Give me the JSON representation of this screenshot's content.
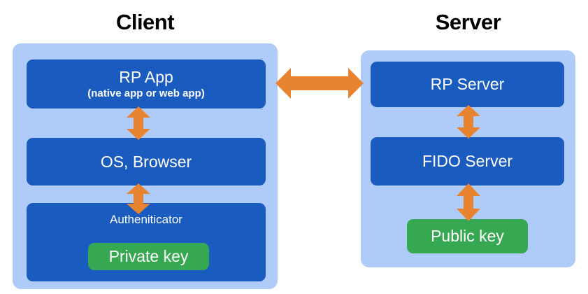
{
  "diagram": {
    "title_client": "Client",
    "title_server": "Server",
    "colors": {
      "panel_light_blue": "#AFCBF7",
      "block_blue": "#1A5BBF",
      "key_green": "#36A852",
      "arrow_orange": "#E8832F",
      "text_white": "#FFFFFF",
      "title_black": "#000000",
      "background": "#FFFFFF"
    }
  },
  "client": {
    "heading": "Client",
    "blocks": [
      {
        "id": "rp-app",
        "label": "RP App",
        "sublabel": "(native app or web app)"
      },
      {
        "id": "os-browser",
        "label": "OS, Browser"
      },
      {
        "id": "authenticator",
        "label": "Autheniticator",
        "key_chip": "Private key"
      }
    ]
  },
  "server": {
    "heading": "Server",
    "blocks": [
      {
        "id": "rp-server",
        "label": "RP Server"
      },
      {
        "id": "fido-server",
        "label": "FIDO Server"
      }
    ],
    "key_chip": "Public key"
  },
  "arrows": [
    {
      "id": "rpapp-osbrowser",
      "name": "double-arrow-vertical",
      "from": "RP App",
      "to": "OS, Browser",
      "direction": "bidirectional",
      "orientation": "vertical"
    },
    {
      "id": "osbrowser-authenticator",
      "name": "double-arrow-vertical",
      "from": "OS, Browser",
      "to": "Autheniticator",
      "direction": "bidirectional",
      "orientation": "vertical"
    },
    {
      "id": "client-server",
      "name": "double-arrow-horizontal",
      "from": "RP App",
      "to": "RP Server",
      "direction": "bidirectional",
      "orientation": "horizontal"
    },
    {
      "id": "rpserver-fido",
      "name": "double-arrow-vertical",
      "from": "RP Server",
      "to": "FIDO Server",
      "direction": "bidirectional",
      "orientation": "vertical"
    },
    {
      "id": "fido-publickey",
      "name": "double-arrow-vertical",
      "from": "FIDO Server",
      "to": "Public key",
      "direction": "bidirectional",
      "orientation": "vertical"
    }
  ]
}
